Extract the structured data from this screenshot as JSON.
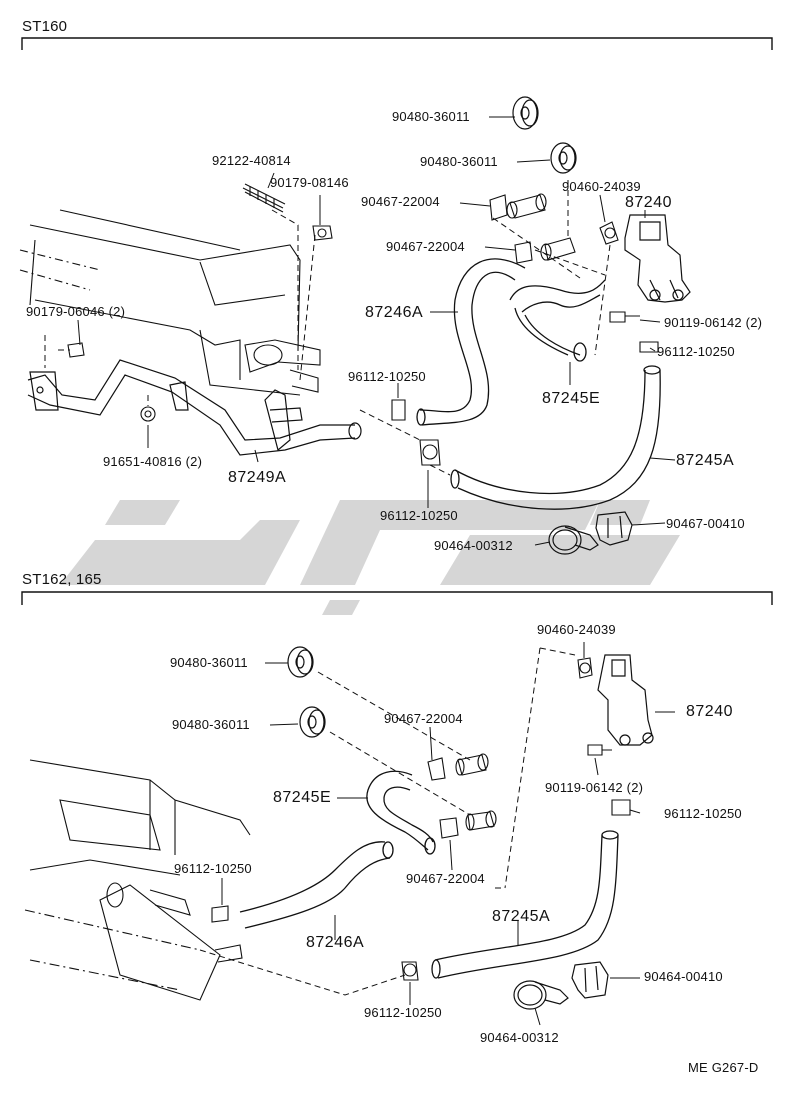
{
  "sections": [
    {
      "title": "ST160"
    },
    {
      "title": "ST162, 165"
    }
  ],
  "watermark": {
    "color": "#c8c8c8"
  },
  "line_color": "#111111",
  "top": {
    "labels": {
      "p1": "90480-36011",
      "p2": "90480-36011",
      "p3": "92122-40814",
      "p4": "90179-08146",
      "p5": "90467-22004",
      "p6": "90460-24039",
      "p7": "87240",
      "p8": "90467-22004",
      "p9": "90179-06046 (2)",
      "p10": "87246A",
      "p11": "90119-06142 (2)",
      "p12": "96112-10250",
      "p13": "96112-10250",
      "p14": "87245E",
      "p15": "91651-40816 (2)",
      "p16": "87249A",
      "p17": "87245A",
      "p18": "96112-10250",
      "p19": "90467-00410",
      "p20": "90464-00312"
    }
  },
  "bottom": {
    "labels": {
      "q1": "90460-24039",
      "q2": "90480-36011",
      "q3": "90467-22004",
      "q4": "90480-36011",
      "q5": "87240",
      "q6": "90119-06142 (2)",
      "q7": "87245E",
      "q8": "96112-10250",
      "q9": "96112-10250",
      "q10": "90467-22004",
      "q11": "87245A",
      "q12": "87246A",
      "q13": "90464-00410",
      "q14": "96112-10250",
      "q15": "90464-00312"
    }
  },
  "footer": {
    "code": "ME G267-D"
  }
}
